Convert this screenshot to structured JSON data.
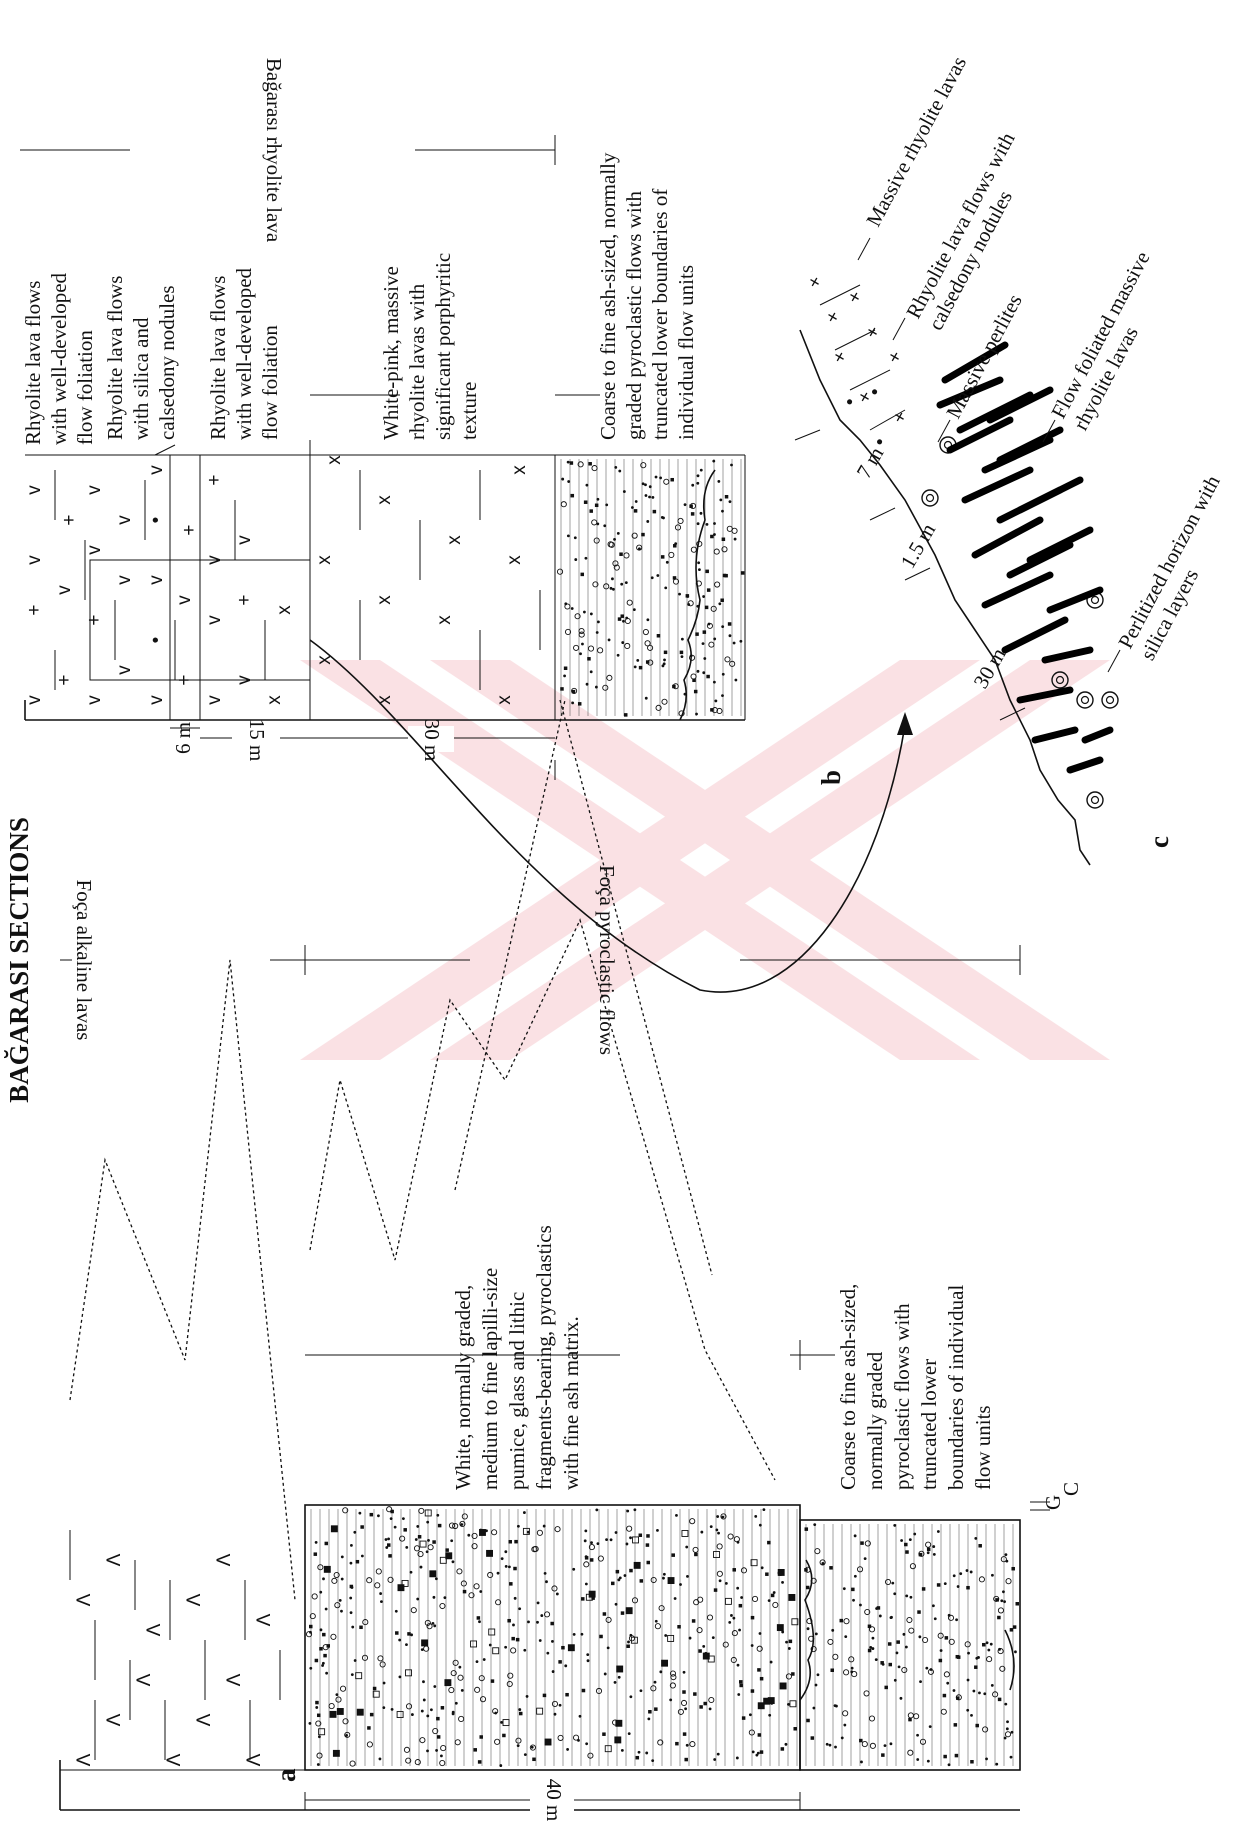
{
  "title": "BAĞARASI SECTIONS",
  "colors": {
    "ink": "#111111",
    "watermark": "#f3c7cc",
    "background": "#ffffff"
  },
  "section_a": {
    "label": "a",
    "scale": "40 m",
    "unit_label_foca_alkaline": "Foça alkaline lavas",
    "unit_label_foca_pyroclastic": "Foça pyroclastic flows",
    "unit1_desc": [
      "White, normally graded,",
      "medium to fine lapilli-size",
      "pumice, glass and lithic",
      "fragments-bearing, pyroclastics",
      "with fine ash matrix."
    ],
    "unit2_desc": [
      "Coarse to fine ash-sized,",
      "normally graded",
      "pyroclastic flows with",
      "truncated lower",
      "boundaries of individual",
      "flow units"
    ],
    "bed_marks": [
      "G",
      "C"
    ],
    "lava_symbol": "Λ"
  },
  "section_b": {
    "label": "b",
    "scale_top": "6 m",
    "scale_mid": "15 m",
    "scale_bottom": "30 m",
    "unit_label": "Bağarası rhyolite lava",
    "desc1": [
      "Rhyolite lava flows",
      "with well-developed",
      "flow foliation"
    ],
    "desc2": [
      "Rhyolite lava flows",
      "with silica and",
      "calsedony nodules"
    ],
    "desc3": [
      "Rhyolite lava flows",
      "with well-developed",
      "flow foliation"
    ],
    "desc4": [
      "White-pink, massive",
      "rhyolite lavas with",
      "significant porphyritic",
      "texture"
    ],
    "desc5": [
      "Coarse to fine ash-sized, normally",
      "graded pyroclastic flows with",
      "truncated lower boundaries of",
      "individual flow units"
    ],
    "symbols": {
      "v": "v",
      "plus": "+",
      "x": "x",
      "dot": "•"
    }
  },
  "section_c": {
    "label": "c",
    "thickness_1": "7 m",
    "thickness_2": "1.5 m",
    "thickness_3": "30 m",
    "label_massive": "Massive rhyolite lavas",
    "label_nodules": [
      "Rhyolite lava flows with",
      "calsedony  nodules"
    ],
    "label_perlites": "Massive perlites",
    "label_foliated": [
      "Flow foliated massive",
      "rhyolite lavas"
    ],
    "label_perlitized": [
      "Perlitized horizon with",
      "silica layers"
    ]
  }
}
